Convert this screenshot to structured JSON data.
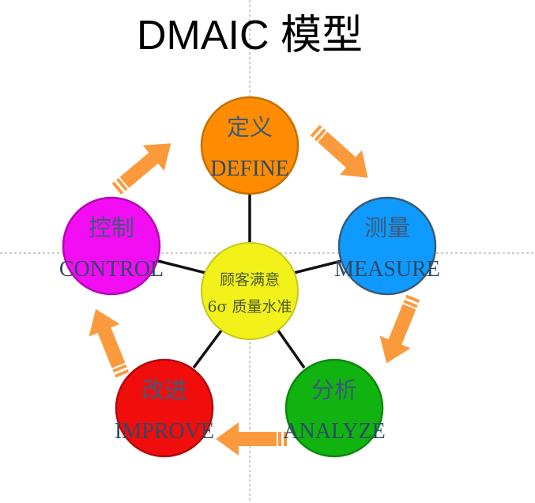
{
  "title": "DMAIC 模型",
  "center": {
    "line1": "顾客满意",
    "line2": "6σ 质量水准",
    "color": "#f2f21a"
  },
  "nodes": [
    {
      "key": "define",
      "cn": "定义",
      "en": "DEFINE",
      "color": "#ff8c00"
    },
    {
      "key": "measure",
      "cn": "测量",
      "en": "MEASURE",
      "color": "#0f9aff"
    },
    {
      "key": "analyze",
      "cn": "分析",
      "en": "ANALYZE",
      "color": "#11b311"
    },
    {
      "key": "improve",
      "cn": "改进",
      "en": "IMPROVE",
      "color": "#f20d0d"
    },
    {
      "key": "control",
      "cn": "控制",
      "en": "CONTROL",
      "color": "#f20df2"
    }
  ],
  "arrow_color": "#fb9a3c"
}
